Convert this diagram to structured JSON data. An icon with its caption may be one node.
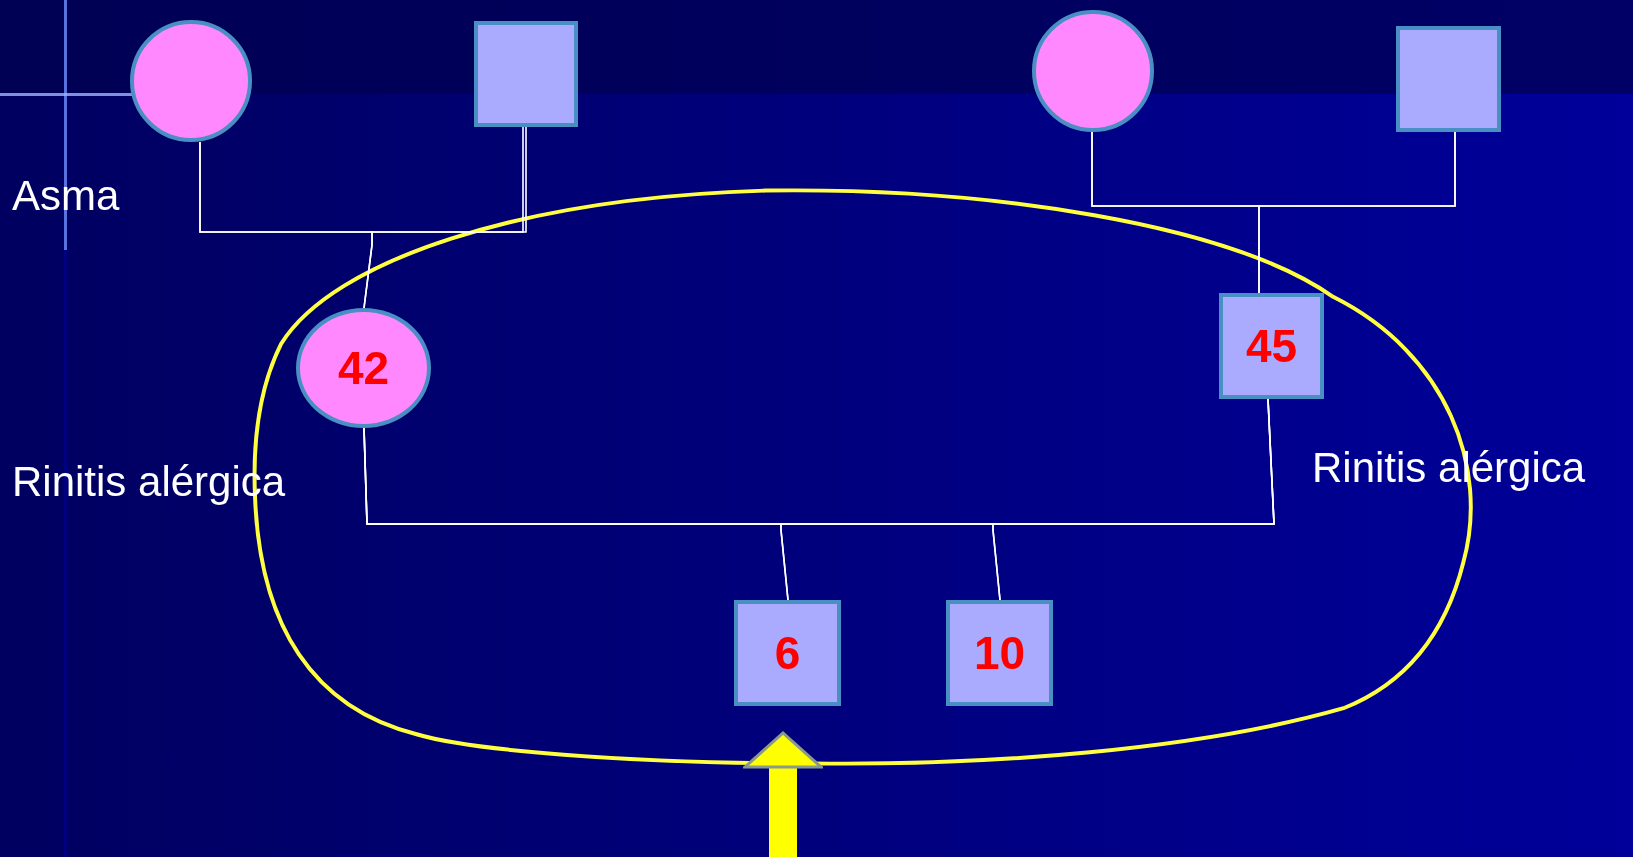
{
  "diagram": {
    "nodes": [
      {
        "text": [],
        "shape": "circle"
      },
      {
        "text": [],
        "shape": "box"
      },
      {
        "text": [],
        "shape": "circle"
      },
      {
        "text": [],
        "shape": "box"
      },
      {
        "text": [
          "42"
        ]
      },
      {
        "text": [
          "45"
        ]
      },
      {
        "text": [
          "6"
        ]
      },
      {
        "text": [
          "10"
        ]
      }
    ],
    "edges": [
      {
        "from": 0,
        "to": 1,
        "arrow": "none"
      },
      {
        "from": 0,
        "to": 4,
        "arrow": "none"
      },
      {
        "from": 1,
        "to": 4,
        "arrow": "none"
      },
      {
        "from": 2,
        "to": 3,
        "arrow": "none"
      },
      {
        "from": 2,
        "to": 5,
        "arrow": "none"
      },
      {
        "from": 3,
        "to": 5,
        "arrow": "none"
      },
      {
        "from": 4,
        "to": 5,
        "arrow": "none"
      },
      {
        "from": 4,
        "to": 6,
        "arrow": "none"
      },
      {
        "from": 5,
        "to": 6,
        "arrow": "none"
      },
      {
        "from": 4,
        "to": 7,
        "arrow": "none"
      },
      {
        "from": 5,
        "to": 7,
        "arrow": "none"
      },
      {
        "from": null,
        "to": 6,
        "arrow": "to",
        "style": "thick",
        "color": "#ffff00"
      }
    ],
    "labels": [
      "Asma",
      "Rinitis alérgica",
      "Rinitis alérgica"
    ]
  }
}
